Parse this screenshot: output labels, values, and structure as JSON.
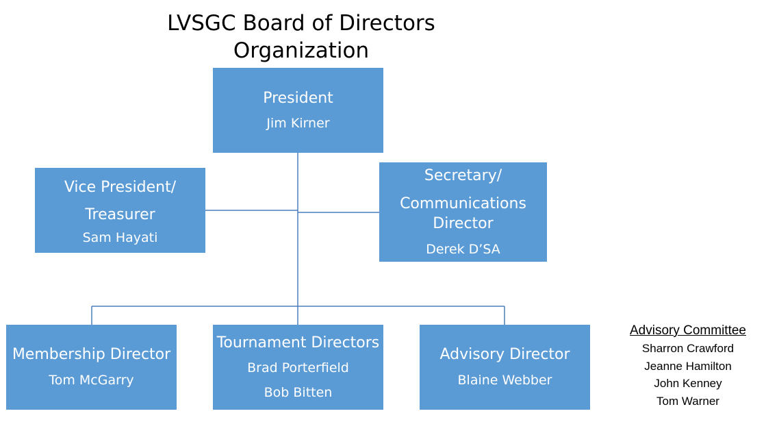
{
  "title": {
    "line1": "LVSGC Board of Directors",
    "line2": "Organization"
  },
  "president": {
    "role": "President",
    "name": "Jim Kirner"
  },
  "vice_president": {
    "role_line1": "Vice President/",
    "role_line2": "Treasurer",
    "name": "Sam Hayati"
  },
  "secretary": {
    "role_line1": "Secretary/",
    "role_line2": "Communications",
    "role_line3": "Director",
    "name": "Derek D’SA"
  },
  "membership": {
    "role": "Membership Director",
    "name": "Tom McGarry"
  },
  "tournament": {
    "role": "Tournament Directors",
    "names": [
      "Brad Porterfield",
      "Bob Bitten"
    ]
  },
  "advisory_director": {
    "role": "Advisory Director",
    "name": "Blaine Webber"
  },
  "advisory_committee": {
    "heading": "Advisory Committee",
    "members": [
      "Sharron Crawford",
      "Jeanne Hamilton",
      "John Kenney",
      "Tom Warner"
    ]
  },
  "colors": {
    "box": "#5b9bd5",
    "connector": "#4a7ebb",
    "text_on_box": "#ffffff"
  }
}
